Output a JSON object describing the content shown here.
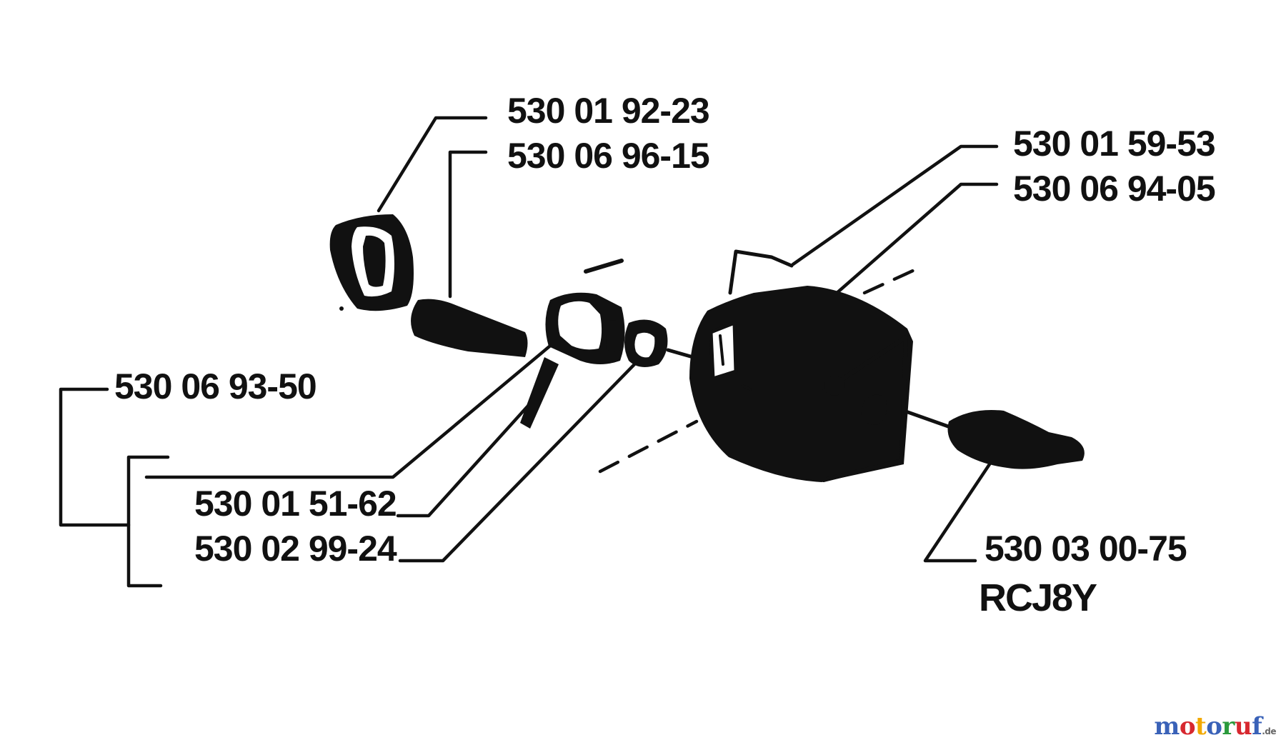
{
  "diagram": {
    "parts": [
      {
        "id": "p1",
        "number": "530 01 92-23"
      },
      {
        "id": "p2",
        "number": "530 06 96-15"
      },
      {
        "id": "p3",
        "number": "530 01 59-53"
      },
      {
        "id": "p4",
        "number": "530 06 94-05"
      },
      {
        "id": "p5",
        "number": "530 06 93-50"
      },
      {
        "id": "p6",
        "number": "530 01 51-62"
      },
      {
        "id": "p7",
        "number": "530 02 99-24"
      },
      {
        "id": "p8",
        "number": "530 03 00-75"
      }
    ],
    "spark_plug_code": "RCJ8Y"
  },
  "watermark": {
    "text": "motoruf",
    "suffix": ".de",
    "letters": [
      "m",
      "o",
      "t",
      "o",
      "r",
      "u",
      "f"
    ],
    "colors": [
      "#3a62b8",
      "#d7282f",
      "#f2a900",
      "#3a62b8",
      "#2a9a3c",
      "#d7282f",
      "#3a62b8"
    ]
  }
}
